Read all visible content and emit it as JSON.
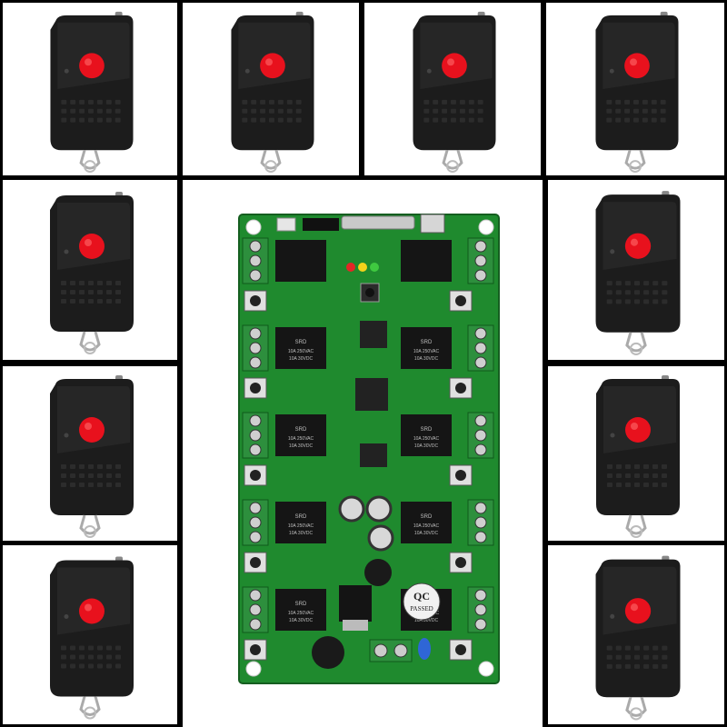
{
  "product": {
    "remote_count": 10,
    "remote_button_color": "#e8111d",
    "remote_body_color": "#1c1c1c",
    "board_color": "#1f8a2e",
    "board_silkscreen": "#f4f4f4",
    "qc_label": {
      "line1": "QC",
      "line2": "PASSED"
    },
    "relay_label": {
      "model": "SRD",
      "rating_lines": [
        "10A 250VAC",
        "10A 30VDC"
      ]
    }
  }
}
